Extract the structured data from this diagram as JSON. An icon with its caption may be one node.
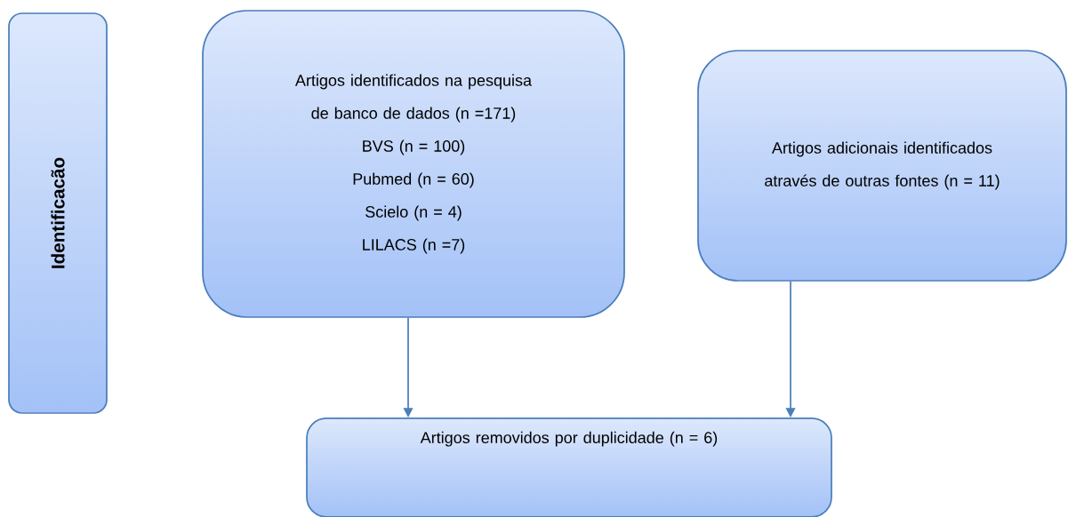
{
  "diagram": {
    "nodes": [
      {
        "text": [
          "Identificacão"
        ]
      },
      {
        "text": [
          "Artigos identificados na pesquisa de banco de dados (n =171)",
          "BVS (n = 100)",
          "Pubmed (n = 60)",
          "Scielo (n = 4)",
          "LILACS (n =7)"
        ]
      },
      {
        "text": [
          "Artigos adicionais identificados através de outras fontes (n = 11)"
        ]
      },
      {
        "text": [
          "Artigos removidos por duplicidade (n = 6)"
        ]
      }
    ],
    "edges": [
      {
        "from": 1,
        "to": 3,
        "arrow": "to"
      },
      {
        "from": 2,
        "to": 3,
        "arrow": "to"
      }
    ]
  }
}
